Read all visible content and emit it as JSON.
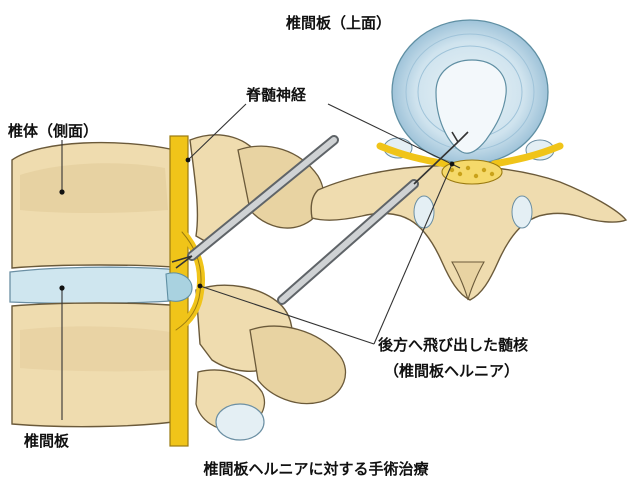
{
  "labels": {
    "disc_top": "椎間板（上面）",
    "spinal_nerve": "脊髄神経",
    "vertebra_side": "椎体（側面）",
    "herniated_nucleus_line1": "後方へ飛び出した髄核",
    "herniated_nucleus_line2": "（椎間板ヘルニア）",
    "disc": "椎間板",
    "caption": "椎間板ヘルニアに対する手術治療"
  },
  "colors": {
    "bone": "#efdcaf",
    "bone_shade": "#d9c08a",
    "bone_outline": "#6b5a3a",
    "disc": "#cfe6ef",
    "disc_ring": "#a8c8dc",
    "nerve": "#f0c419",
    "nerve_outline": "#9a7a10",
    "instrument": "#b9bcbf",
    "instrument_dark": "#5f6468",
    "leader_line": "#333333"
  }
}
